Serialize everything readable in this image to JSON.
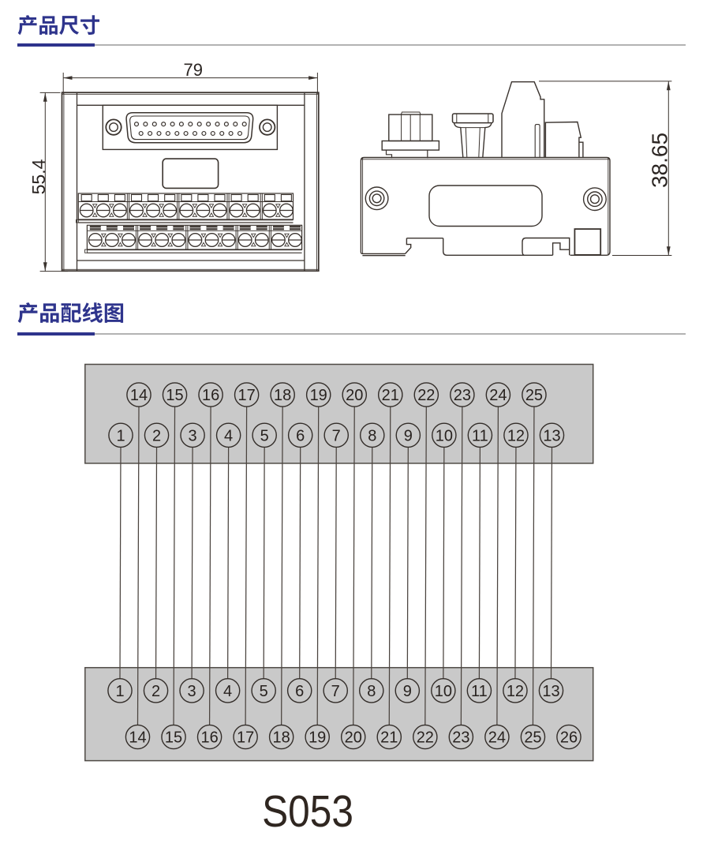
{
  "page": {
    "background": "#ffffff",
    "accent_color": "#2e348c",
    "rule_color": "#b3b3b3",
    "line_color": "#3a332e",
    "panel_fill": "#c9c9c9"
  },
  "sections": {
    "dimensions": {
      "title": "产品尺寸"
    },
    "wiring": {
      "title": "产品配线图"
    }
  },
  "dimension_drawing": {
    "front_view": {
      "width_label": "79",
      "height_label": "55.4"
    },
    "side_view": {
      "height_label": "38.65"
    }
  },
  "wiring_diagram": {
    "top_block": {
      "row_upper": [
        14,
        15,
        16,
        17,
        18,
        19,
        20,
        21,
        22,
        23,
        24,
        25
      ],
      "row_lower": [
        1,
        2,
        3,
        4,
        5,
        6,
        7,
        8,
        9,
        10,
        11,
        12,
        13
      ]
    },
    "bottom_block": {
      "row_upper": [
        1,
        2,
        3,
        4,
        5,
        6,
        7,
        8,
        9,
        10,
        11,
        12,
        13
      ],
      "row_lower": [
        14,
        15,
        16,
        17,
        18,
        19,
        20,
        21,
        22,
        23,
        24,
        25,
        26
      ]
    },
    "connected_pins": [
      1,
      2,
      3,
      4,
      5,
      6,
      7,
      8,
      9,
      10,
      11,
      12,
      13,
      14,
      15,
      16,
      17,
      18,
      19,
      20,
      21,
      22,
      23,
      24,
      25
    ]
  },
  "model_label": "S053"
}
